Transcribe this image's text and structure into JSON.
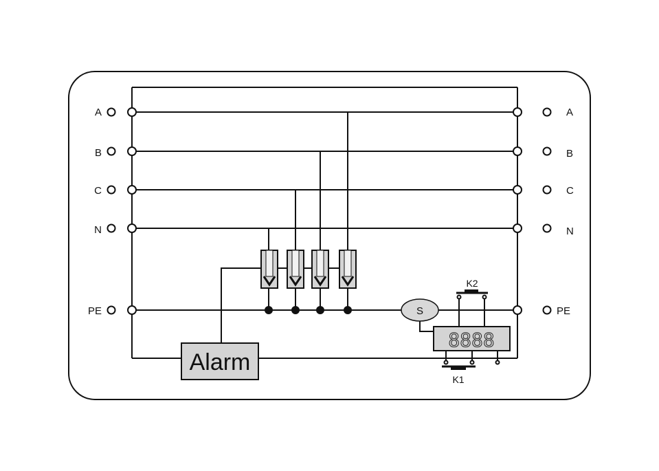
{
  "diagram": {
    "left_terminals": [
      "A",
      "B",
      "C",
      "N",
      "PE"
    ],
    "right_terminals": [
      "A",
      "B",
      "C",
      "N",
      "PE"
    ],
    "alarm_label": "Alarm",
    "sensor_label": "S",
    "display_text": "8888",
    "key1_label": "K1",
    "key2_label": "K2"
  }
}
